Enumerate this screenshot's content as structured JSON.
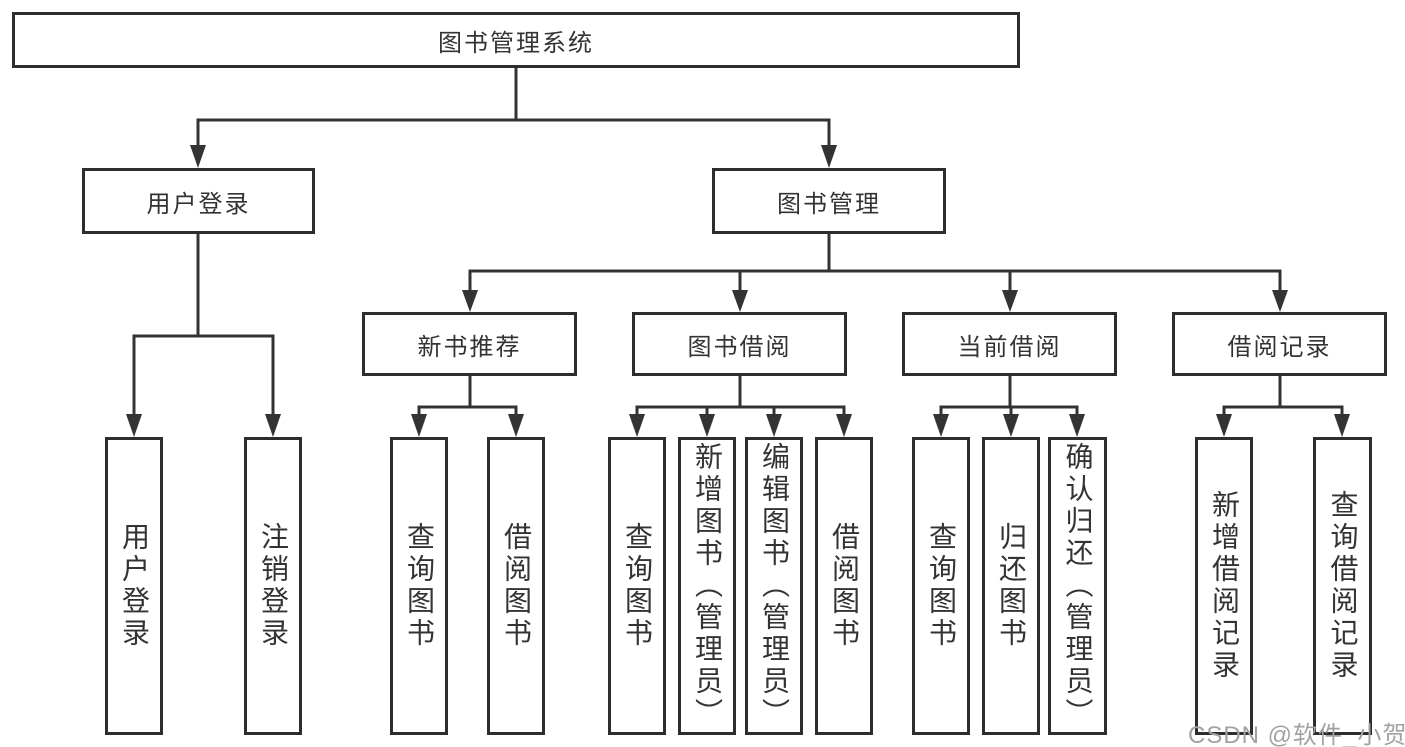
{
  "tree": {
    "root": {
      "label": "图书管理系统",
      "children": [
        {
          "label": "用户登录",
          "children": [
            {
              "label": "用户登录"
            },
            {
              "label": "注销登录"
            }
          ]
        },
        {
          "label": "图书管理",
          "children": [
            {
              "label": "新书推荐",
              "children": [
                {
                  "label": "查询图书"
                },
                {
                  "label": "借阅图书"
                }
              ]
            },
            {
              "label": "图书借阅",
              "children": [
                {
                  "label": "查询图书"
                },
                {
                  "label": "新增图书（管理员）"
                },
                {
                  "label": "编辑图书（管理员）"
                },
                {
                  "label": "借阅图书"
                }
              ]
            },
            {
              "label": "当前借阅",
              "children": [
                {
                  "label": "查询图书"
                },
                {
                  "label": "归还图书"
                },
                {
                  "label": "确认归还（管理员）"
                }
              ]
            },
            {
              "label": "借阅记录",
              "children": [
                {
                  "label": "新增借阅记录"
                },
                {
                  "label": "查询借阅记录"
                }
              ]
            }
          ]
        }
      ]
    }
  },
  "watermark": {
    "text": "CSDN @软件_小贺同学"
  },
  "colors": {
    "line": "#333333",
    "border": "#2d2d2d",
    "text": "#333333",
    "watermark": "#a2a2a2",
    "background": "#ffffff"
  }
}
